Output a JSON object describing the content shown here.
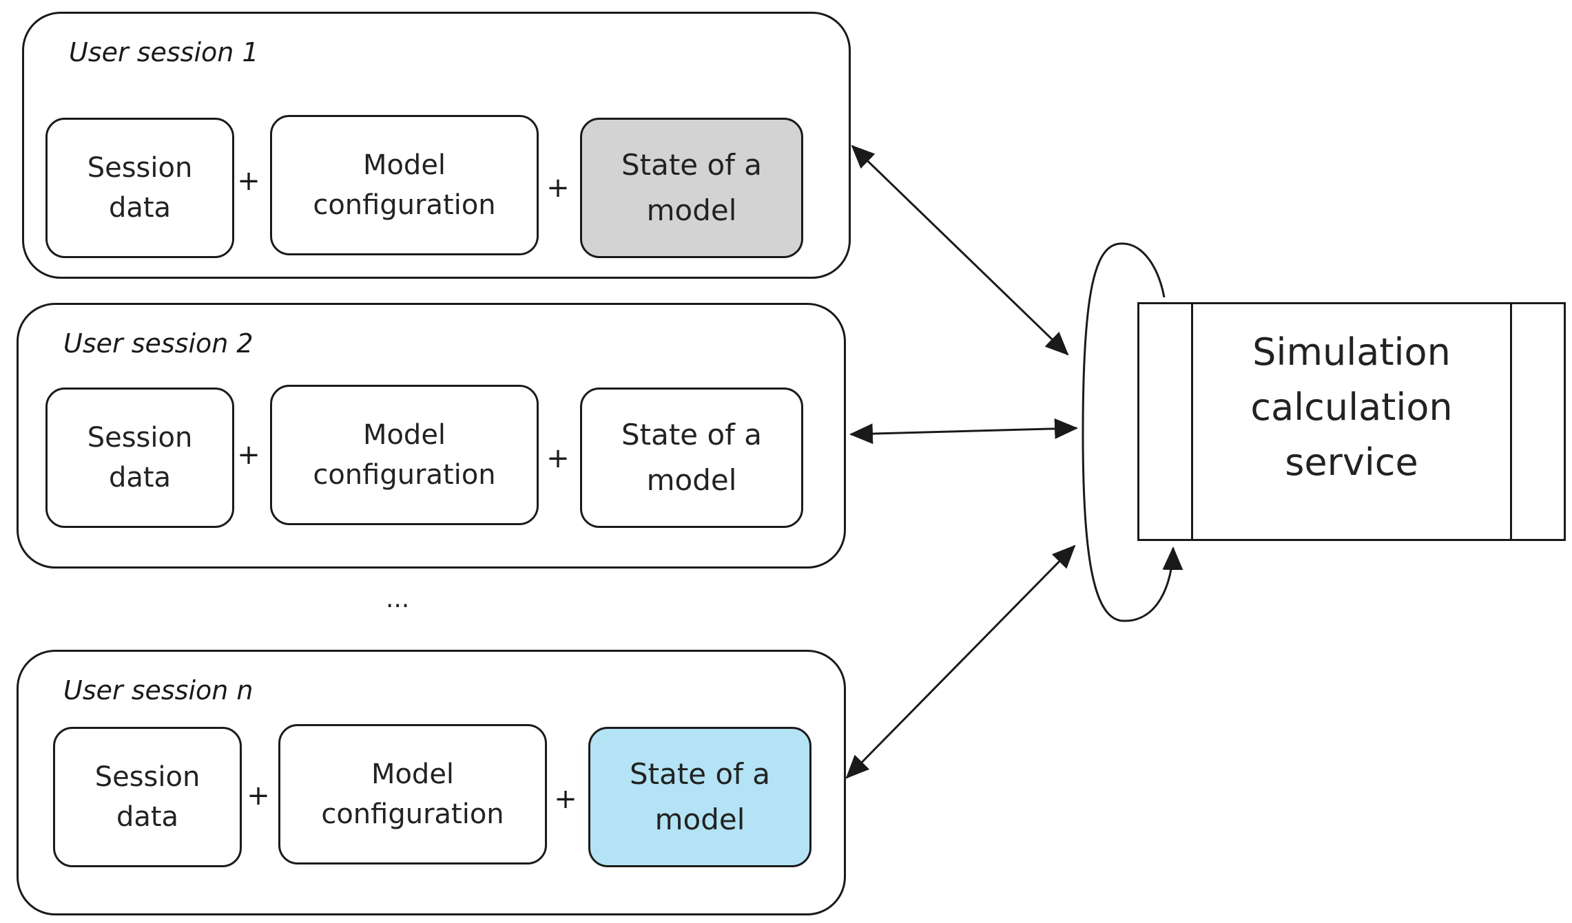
{
  "sessions": [
    {
      "title": "User session 1",
      "session_data": [
        "Session",
        "data"
      ],
      "model_configuration": [
        "Model",
        "configuration"
      ],
      "state": [
        "State of a",
        "model"
      ],
      "state_fill": "#d3d3d3"
    },
    {
      "title": "User session 2",
      "session_data": [
        "Session",
        "data"
      ],
      "model_configuration": [
        "Model",
        "configuration"
      ],
      "state": [
        "State of a",
        "model"
      ],
      "state_fill": "#ffffff"
    },
    {
      "title": "User session n",
      "session_data": [
        "Session",
        "data"
      ],
      "model_configuration": [
        "Model",
        "configuration"
      ],
      "state": [
        "State of a",
        "model"
      ],
      "state_fill": "#b3e3f4"
    }
  ],
  "plus_sign": "+",
  "ellipsis": "...",
  "service": {
    "lines": [
      "Simulation",
      "calculation",
      "service"
    ]
  },
  "colors": {
    "stroke": "#1a1a1a",
    "highlight_gray": "#d3d3d3",
    "highlight_blue": "#b3e3f4"
  }
}
